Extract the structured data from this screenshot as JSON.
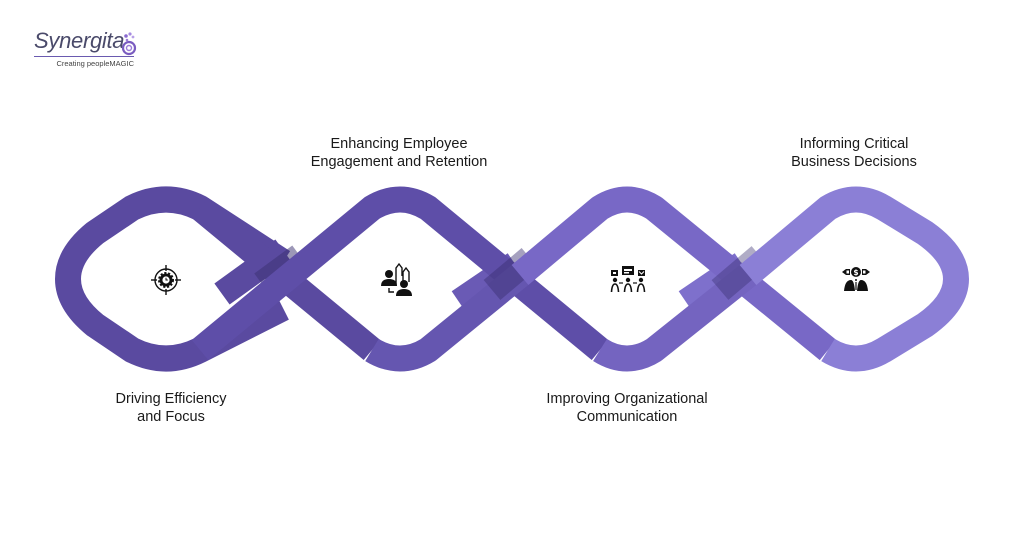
{
  "brand": {
    "name": "Synergita",
    "tagline": "Creating peopleMAGIC",
    "color": "#4a4a6a",
    "accent": "#6a5ab0"
  },
  "diagram": {
    "type": "infinity-chain",
    "colors": {
      "dark": "#5a4aa0",
      "mid": "#7464c0",
      "light": "#8b7fd6",
      "shadow": "#3a2f70"
    },
    "steps": [
      {
        "label_line1": "Driving Efficiency",
        "label_line2": "and Focus",
        "icon": "target-gear-clock-icon",
        "position": "below"
      },
      {
        "label_line1": "Enhancing Employee",
        "label_line2": "Engagement and Retention",
        "icon": "people-growth-arrows-icon",
        "position": "above"
      },
      {
        "label_line1": "Improving Organizational",
        "label_line2": "Communication",
        "icon": "team-communication-icon",
        "position": "below"
      },
      {
        "label_line1": "Informing Critical",
        "label_line2": "Business Decisions",
        "icon": "business-decision-dollar-icon",
        "position": "above"
      }
    ]
  }
}
